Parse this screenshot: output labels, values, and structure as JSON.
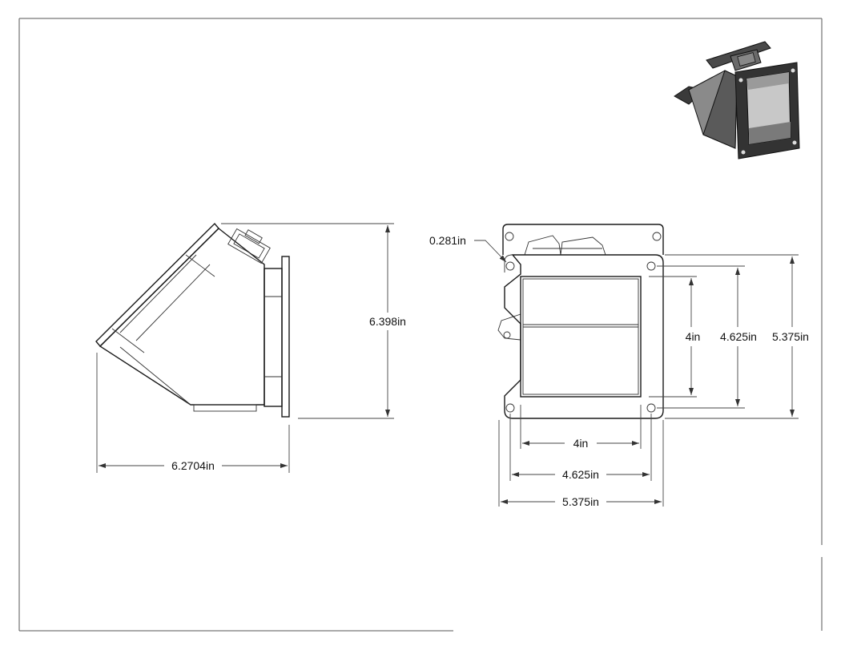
{
  "dimensions": {
    "side_height": "6.398in",
    "side_width": "6.2704in",
    "hole_diameter": "0.281in",
    "opening_height": "4in",
    "hole_spacing_vertical": "4.625in",
    "overall_height": "5.375in",
    "opening_width": "4in",
    "hole_spacing_horizontal": "4.625in",
    "overall_width": "5.375in"
  },
  "colors": {
    "line": "#1a1a1a",
    "iso_dark": "#3a3a3a",
    "iso_mid": "#8a8a8a",
    "iso_light": "#c8c8c8"
  }
}
